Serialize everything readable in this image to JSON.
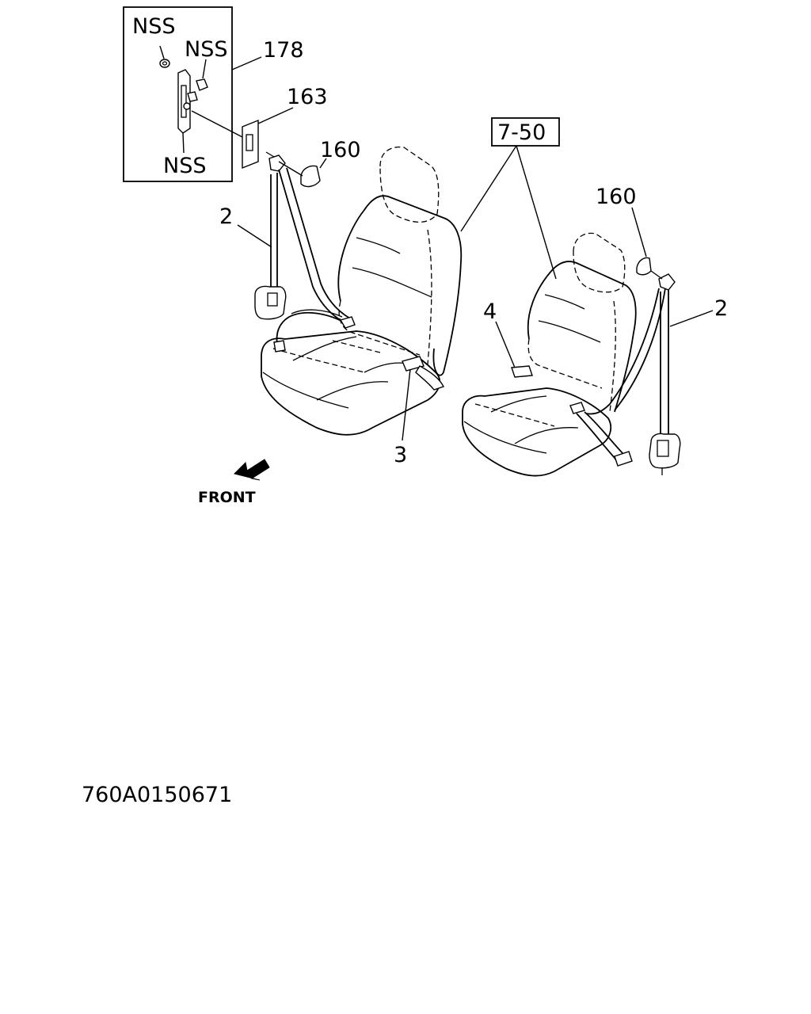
{
  "diagram": {
    "labels": {
      "nss_top_left": "NSS",
      "nss_top_right": "NSS",
      "nss_bottom": "NSS",
      "part_178": "178",
      "part_163": "163",
      "part_160_left": "160",
      "part_160_right": "160",
      "ref_7_50": "7-50",
      "part_2_left": "2",
      "part_2_right": "2",
      "part_3": "3",
      "part_4": "4",
      "front": "FRONT"
    },
    "drawing_number": "760A0150671"
  }
}
